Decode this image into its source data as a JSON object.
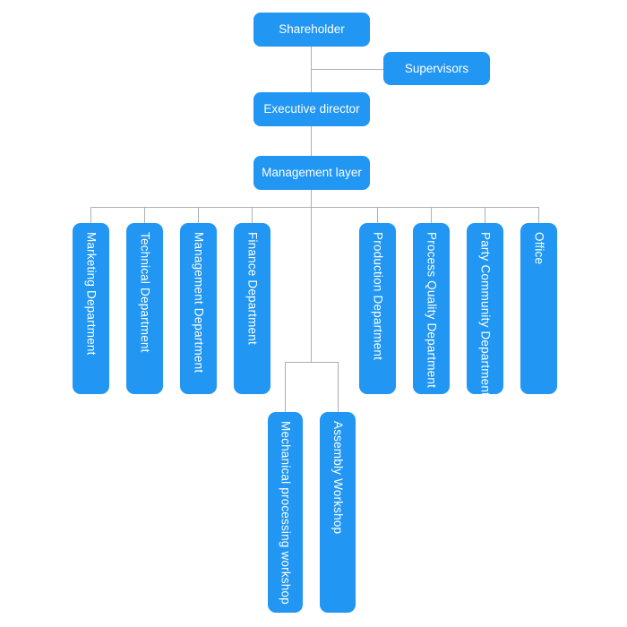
{
  "diagram": {
    "type": "org-chart",
    "nodes": {
      "shareholder": "Shareholder",
      "supervisors": "Supervisors",
      "executive_director": "Executive director",
      "management_layer": "Management layer"
    },
    "departments": [
      "Marketing Department",
      "Technical Department",
      "Management Department",
      "Finance Department",
      "Production Department",
      "Process Quality Department",
      "Party Community Department",
      "Office"
    ],
    "workshops": [
      "Mechanical processing workshop",
      "Assembly Workshop"
    ],
    "hierarchy": {
      "root": "Shareholder",
      "advisory": "Supervisors",
      "chain": [
        "Shareholder",
        "Executive director",
        "Management layer"
      ],
      "management_layer_children": [
        "Marketing Department",
        "Technical Department",
        "Management Department",
        "Finance Department",
        "Production Department",
        "Process Quality Department",
        "Party Community Department",
        "Office"
      ],
      "workshop_children": [
        "Mechanical processing workshop",
        "Assembly Workshop"
      ]
    },
    "colors": {
      "node_fill": "#2196F3",
      "node_text": "#FFFFFF",
      "connector": "#A8B0B8",
      "background": "#FFFFFF"
    }
  }
}
